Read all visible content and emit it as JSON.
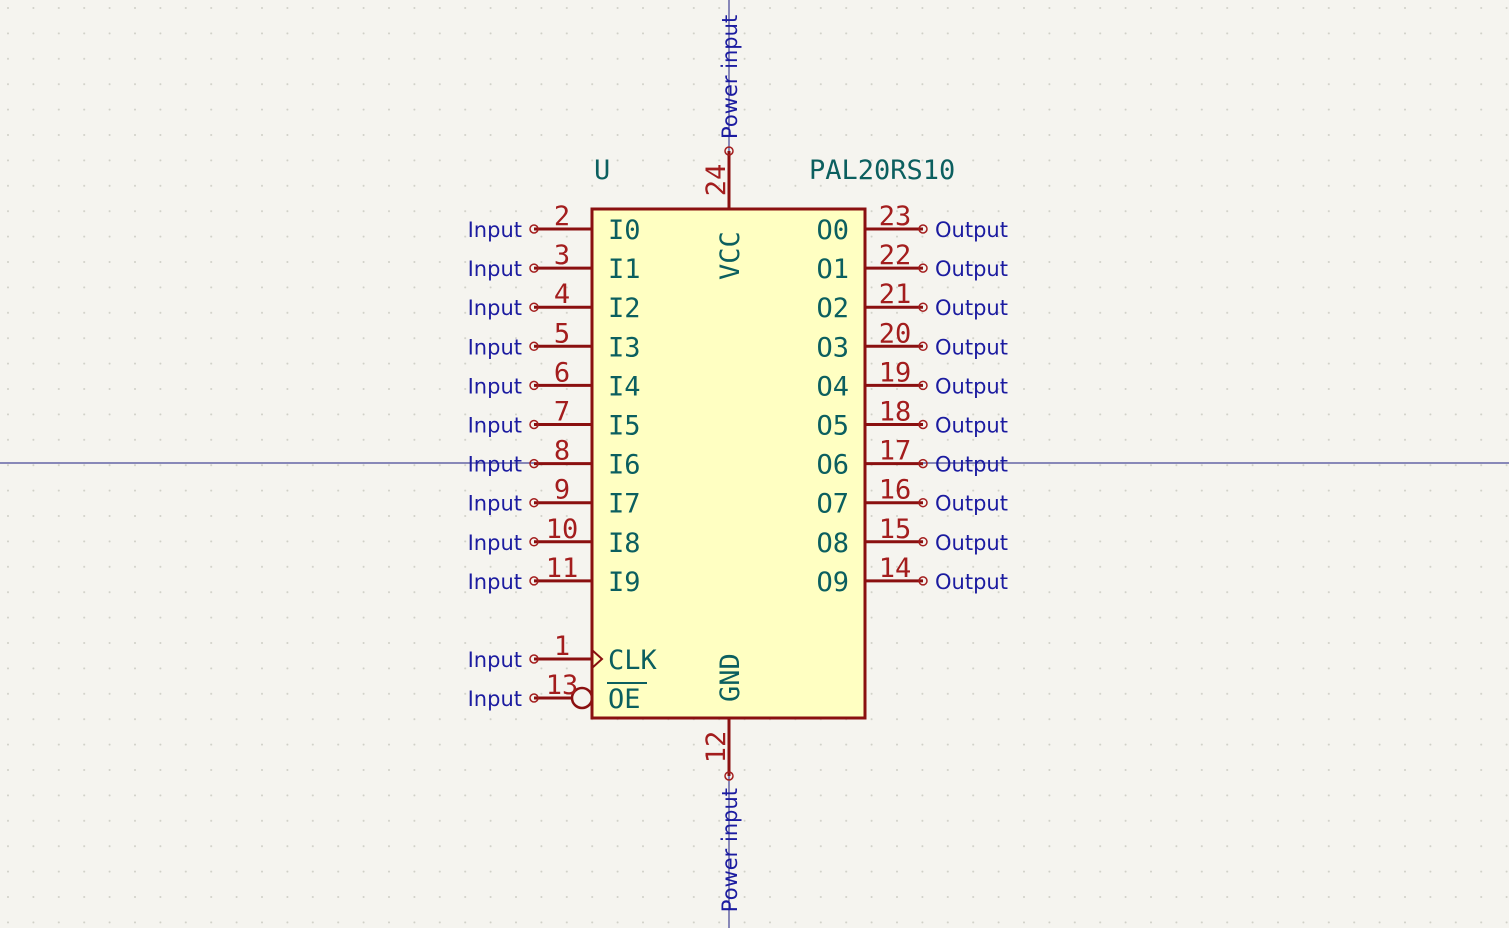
{
  "symbol": {
    "reference": "U",
    "value": "PAL20RS10",
    "left_pins": [
      {
        "num": "2",
        "name": "I0",
        "type": "Input"
      },
      {
        "num": "3",
        "name": "I1",
        "type": "Input"
      },
      {
        "num": "4",
        "name": "I2",
        "type": "Input"
      },
      {
        "num": "5",
        "name": "I3",
        "type": "Input"
      },
      {
        "num": "6",
        "name": "I4",
        "type": "Input"
      },
      {
        "num": "7",
        "name": "I5",
        "type": "Input"
      },
      {
        "num": "8",
        "name": "I6",
        "type": "Input"
      },
      {
        "num": "9",
        "name": "I7",
        "type": "Input"
      },
      {
        "num": "10",
        "name": "I8",
        "type": "Input"
      },
      {
        "num": "11",
        "name": "I9",
        "type": "Input"
      }
    ],
    "right_pins": [
      {
        "num": "23",
        "name": "O0",
        "type": "Output"
      },
      {
        "num": "22",
        "name": "O1",
        "type": "Output"
      },
      {
        "num": "21",
        "name": "O2",
        "type": "Output"
      },
      {
        "num": "20",
        "name": "O3",
        "type": "Output"
      },
      {
        "num": "19",
        "name": "O4",
        "type": "Output"
      },
      {
        "num": "18",
        "name": "O5",
        "type": "Output"
      },
      {
        "num": "17",
        "name": "O6",
        "type": "Output"
      },
      {
        "num": "16",
        "name": "O7",
        "type": "Output"
      },
      {
        "num": "15",
        "name": "O8",
        "type": "Output"
      },
      {
        "num": "14",
        "name": "O9",
        "type": "Output"
      }
    ],
    "clk_pin": {
      "num": "1",
      "name": "CLK",
      "type": "Input"
    },
    "oe_pin": {
      "num": "13",
      "name": "OE",
      "type": "Input"
    },
    "vcc_pin": {
      "num": "24",
      "name": "VCC",
      "type": "Power input"
    },
    "gnd_pin": {
      "num": "12",
      "name": "GND",
      "type": "Power input"
    }
  },
  "colors": {
    "background": "#f5f4ef",
    "grid_dot": "#cfcfc6",
    "body_fill": "#ffffc2",
    "body_stroke": "#8a1010",
    "pin_number": "#a31d1d",
    "pin_name": "#0b5f5f",
    "electrical_type": "#1b1ba0",
    "axis": "#1b1b80"
  }
}
